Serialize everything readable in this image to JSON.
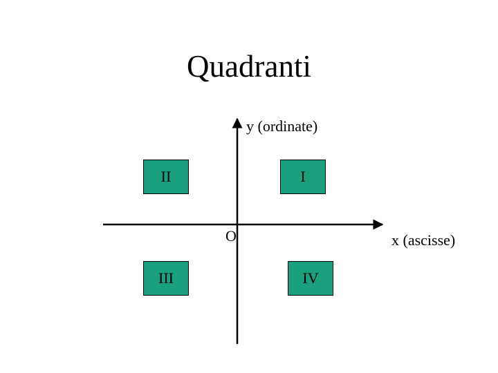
{
  "title": "Quadranti",
  "axes": {
    "y_label": "y (ordinate)",
    "x_label": "x (ascisse)",
    "origin_label": "O",
    "color": "#000000"
  },
  "quadrants": [
    {
      "id": "q1",
      "label": "I"
    },
    {
      "id": "q2",
      "label": "II"
    },
    {
      "id": "q3",
      "label": "III"
    },
    {
      "id": "q4",
      "label": "IV"
    }
  ],
  "colors": {
    "quadrant_fill": "#1aa07e",
    "background": "#ffffff",
    "text": "#000000"
  }
}
